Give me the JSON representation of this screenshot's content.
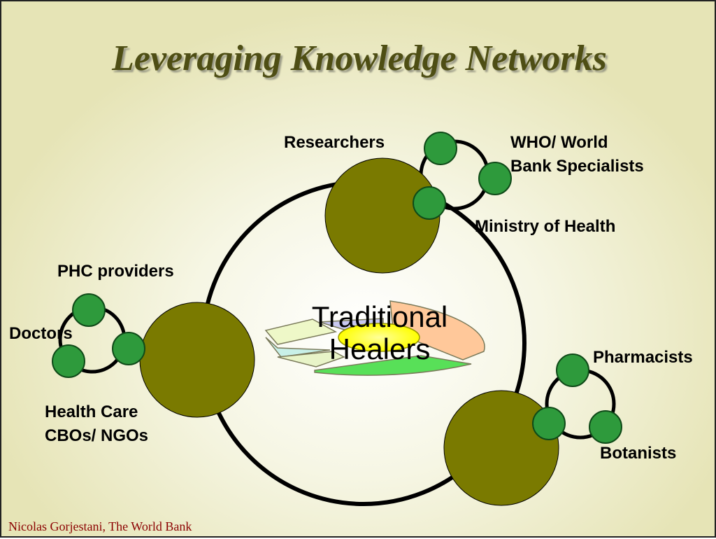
{
  "title": "Leveraging Knowledge Networks",
  "center": {
    "line1": "Traditional",
    "line2": "Healers"
  },
  "labels": {
    "researchers": "Researchers",
    "who_world_line1": "WHO/ World",
    "who_world_line2": "Bank Specialists",
    "ministry": "Ministry of Health",
    "phc": "PHC providers",
    "doctors": "Doctors",
    "health_care_line1": "Health Care",
    "health_care_line2": "CBOs/ NGOs",
    "pharmacists": "Pharmacists",
    "botanists": "Botanists"
  },
  "footer": "Nicolas Gorjestani, The World Bank",
  "colors": {
    "hub": "#7a7a00",
    "node": "#2e9a3c",
    "title": "#4e4e14",
    "footer": "#8b0000"
  }
}
